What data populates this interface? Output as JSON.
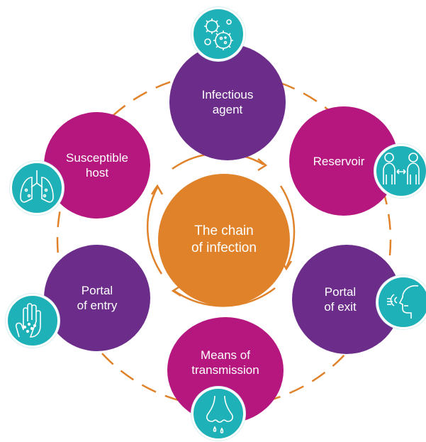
{
  "center": {
    "label": "The chain\nof infection",
    "color": "#e0822a"
  },
  "nodes": [
    {
      "label": "Infectious\nagent",
      "color": "#6b2c8a",
      "icon": "virus-icon"
    },
    {
      "label": "Reservoir",
      "color": "#b5177f",
      "icon": "people-distance-icon"
    },
    {
      "label": "Portal\nof exit",
      "color": "#6b2c8a",
      "icon": "cough-icon"
    },
    {
      "label": "Means of\ntransmission",
      "color": "#b5177f",
      "icon": "nose-drip-icon"
    },
    {
      "label": "Portal\nof entry",
      "color": "#6b2c8a",
      "icon": "hand-germs-icon"
    },
    {
      "label": "Susceptible\nhost",
      "color": "#b5177f",
      "icon": "lungs-icon"
    }
  ],
  "colors": {
    "ring": "#e0822a",
    "icon_bg": "#1fb1b8"
  }
}
